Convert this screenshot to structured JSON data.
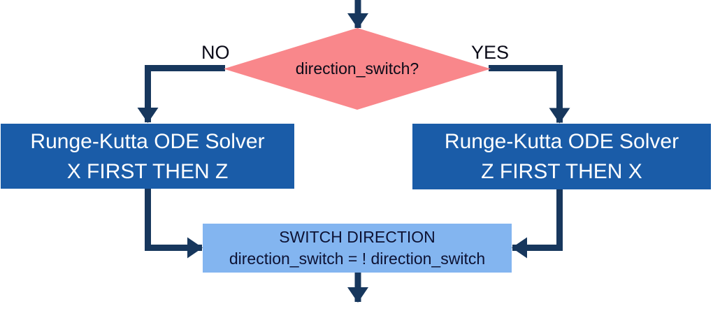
{
  "diagram": {
    "decision": {
      "label": "direction_switch?"
    },
    "branches": {
      "no_label": "NO",
      "yes_label": "YES"
    },
    "process_left": {
      "line1": "Runge-Kutta ODE Solver",
      "line2": "X FIRST THEN Z"
    },
    "process_right": {
      "line1": "Runge-Kutta ODE Solver",
      "line2": "Z FIRST THEN X"
    },
    "process_switch": {
      "line1": "SWITCH DIRECTION",
      "line2": "direction_switch = ! direction_switch"
    },
    "colors": {
      "decision_fill": "#F9878B",
      "process_fill": "#1A5CA8",
      "switch_fill": "#83B5F0",
      "connector": "#17375D",
      "process_text": "#FFFFFF",
      "switch_text": "#0D1233",
      "label_text": "#0B0B18"
    }
  }
}
